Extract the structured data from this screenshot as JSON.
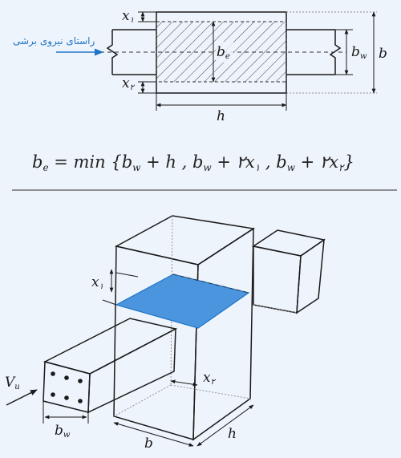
{
  "plan": {
    "shear_direction_label": "راستای نیروی برشی",
    "label_x1": "x",
    "label_x1_sub": "۱",
    "label_x2": "x",
    "label_x2_sub": "۲",
    "label_be": "b",
    "label_be_sub": "e",
    "label_bw": "b",
    "label_bw_sub": "w",
    "label_b": "b",
    "label_h": "h"
  },
  "formula": {
    "lhs": "b",
    "lhs_sub": "e",
    "eq": " = min {",
    "t1": "b",
    "t1_sub": "w",
    "t1_rest": " + h , ",
    "t2": "b",
    "t2_sub": "w",
    "t2_rest": " + ۲x",
    "t2_sub2": "۱",
    "t2_end": " , ",
    "t3": "b",
    "t3_sub": "w",
    "t3_rest": " + ۲x",
    "t3_sub2": "۲",
    "t3_end": "}"
  },
  "iso": {
    "label_x1": "x",
    "label_x1_sub": "۱",
    "label_x2": "x",
    "label_x2_sub": "۲",
    "label_vu": "V",
    "label_vu_sub": "u",
    "label_bw": "b",
    "label_bw_sub": "w",
    "label_b": "b",
    "label_h": "h"
  },
  "colors": {
    "accent": "#1e74c8",
    "shear_plane": "#4a95dd",
    "background": "#eef4fb"
  }
}
